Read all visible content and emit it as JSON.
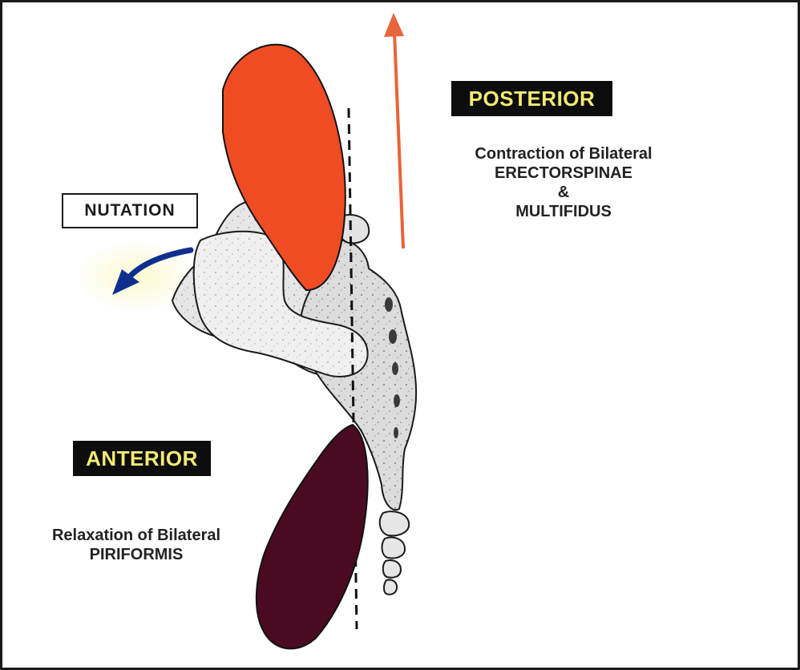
{
  "labels": {
    "posterior": "POSTERIOR",
    "anterior": "ANTERIOR",
    "nutation": "NUTATION"
  },
  "posterior_text": [
    "Contraction of Bilateral",
    "ERECTORSPINAE",
    "&",
    "MULTIFIDUS"
  ],
  "anterior_text": [
    "Relaxation of Bilateral",
    "PIRIFORMIS"
  ],
  "colors": {
    "erector_muscle": "#ef4c24",
    "piriformis_muscle": "#4a0b22",
    "up_arrow": "#e8643a",
    "nutation_arrow": "#0f2f8f",
    "label_background": "#0d0d0d",
    "label_text": "#f4ea74",
    "bone": "#eaeaea"
  }
}
